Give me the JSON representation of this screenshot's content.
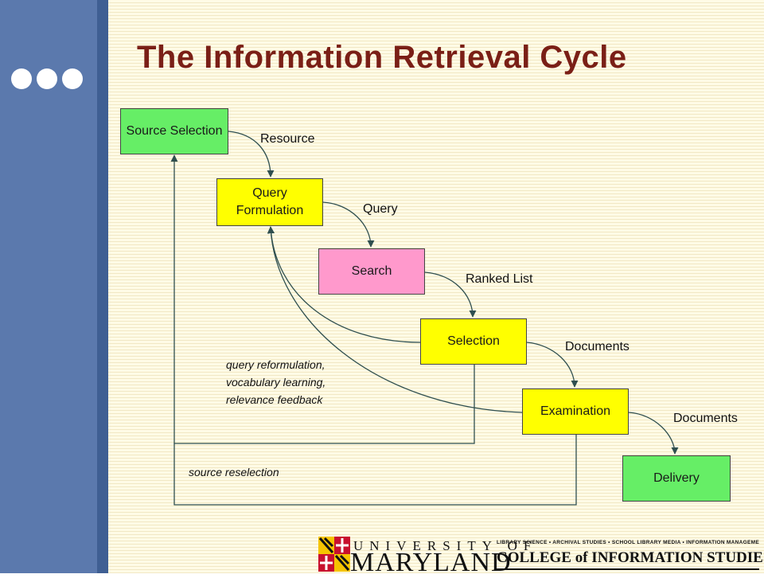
{
  "title": "The Information Retrieval Cycle",
  "stages": {
    "source_selection": "Source Selection",
    "query_formulation": "Query Formulation",
    "search": "Search",
    "selection": "Selection",
    "examination": "Examination",
    "delivery": "Delivery"
  },
  "flow_labels": {
    "resource": "Resource",
    "query": "Query",
    "ranked_list": "Ranked List",
    "documents_1": "Documents",
    "documents_2": "Documents"
  },
  "feedback_notes": {
    "reformulation_line1": "query reformulation,",
    "reformulation_line2": "vocabulary learning,",
    "reformulation_line3": "relevance feedback",
    "source_reselection": "source reselection"
  },
  "colors": {
    "title": "#7a1f16",
    "sidebar": "#5b79ad",
    "source_box": "#66ee66",
    "query_box": "#ffff00",
    "search_box": "#ff99cc"
  },
  "logo": {
    "university_top": "UNIVERSITY OF",
    "university_bottom": "MARYLAND",
    "departments": "LIBRARY SCIENCE • ARCHIVAL STUDIES • SCHOOL LIBRARY MEDIA • INFORMATION MANAGEMENT",
    "college": "COLLEGE of INFORMATION STUDIES"
  }
}
